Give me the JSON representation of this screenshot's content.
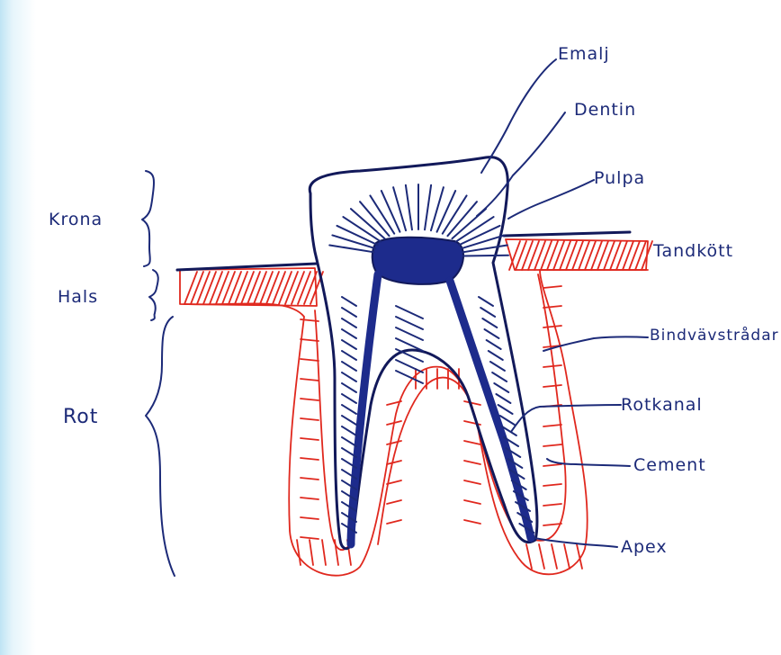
{
  "labels": {
    "emalj": "Emalj",
    "dentin": "Dentin",
    "pulpa": "Pulpa",
    "tandkott": "Tandkött",
    "bindvavstradar": "Bindvävstrådar",
    "rotkanal": "Rotkanal",
    "cement": "Cement",
    "apex": "Apex",
    "krona": "Krona",
    "hals": "Hals",
    "rot": "Rot"
  },
  "colors": {
    "ink": "#1c2a78",
    "pulp": "#1d2b8c",
    "gum": "#e0281e",
    "edge": "#bfe4f4"
  }
}
